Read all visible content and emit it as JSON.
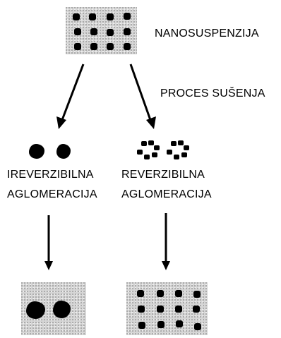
{
  "labels": {
    "nanosuspension": "NANOSUSPENZIJA",
    "drying_process": "PROCES SUŠENJA",
    "irreversible_line1": "IREVERZIBILNA",
    "irreversible_line2": "AGLOMERACIJA",
    "reversible_line1": "REVERZIBILNA",
    "reversible_line2": "AGLOMERACIJA"
  }
}
